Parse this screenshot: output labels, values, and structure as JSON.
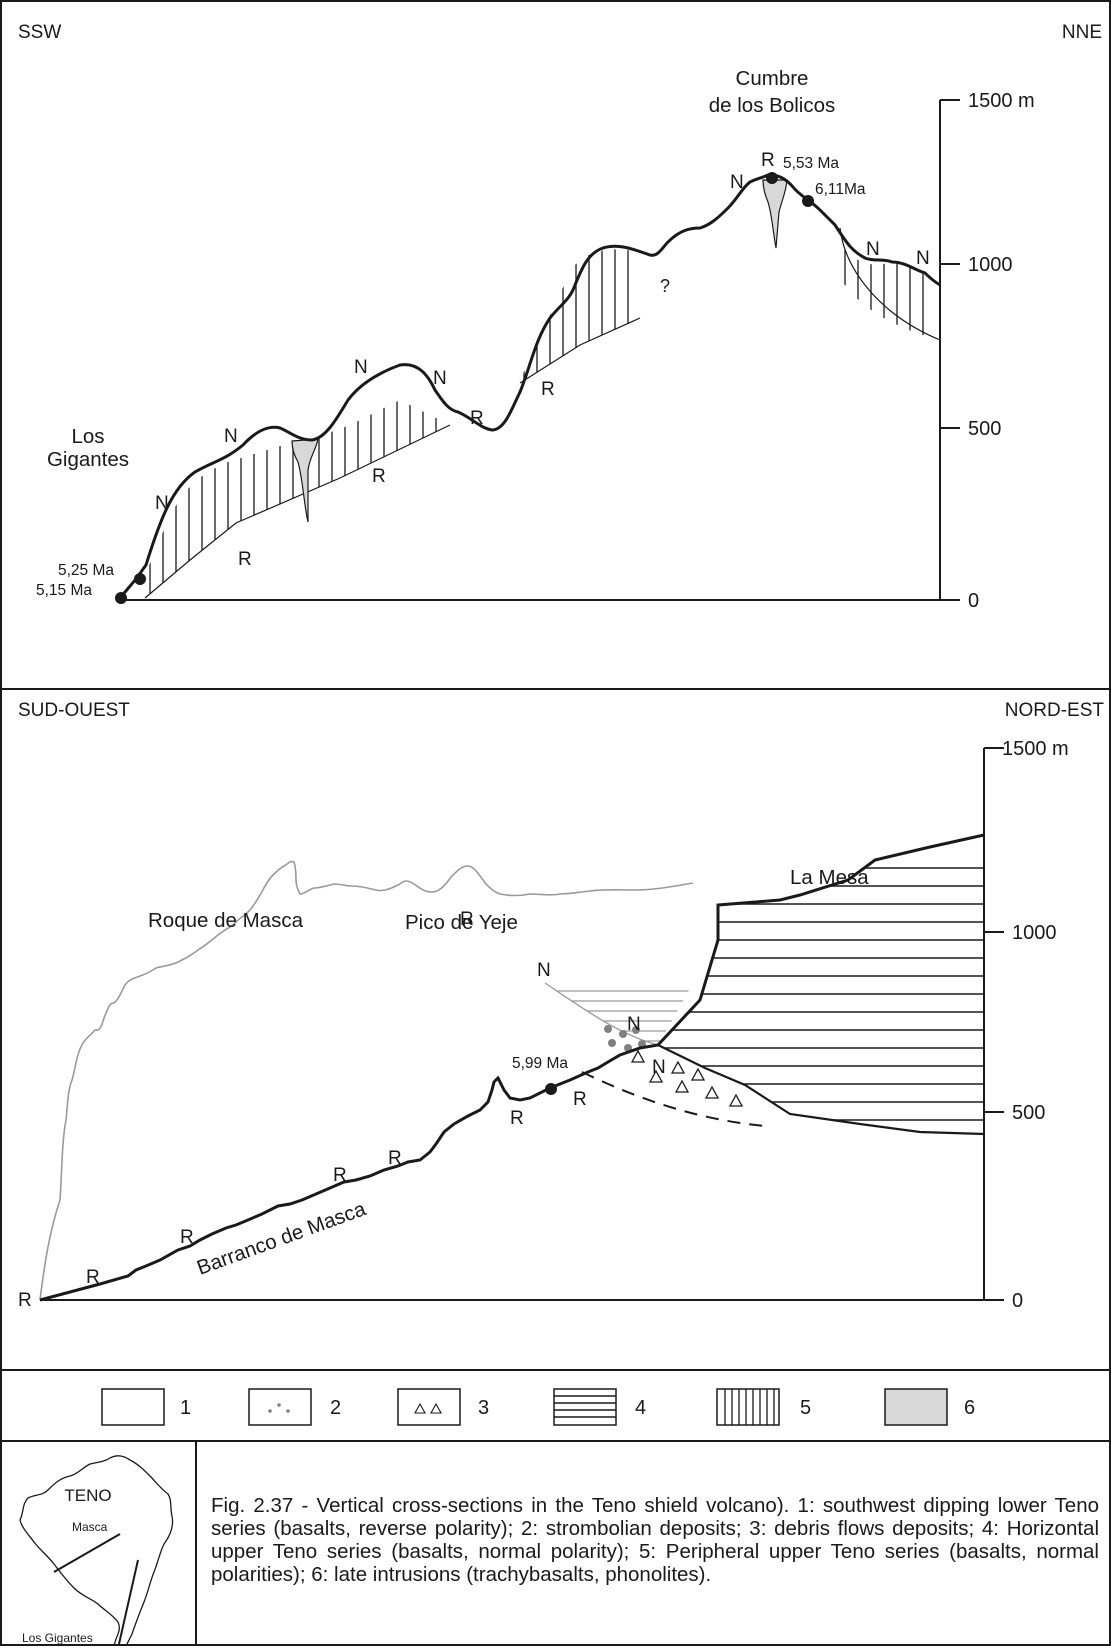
{
  "section_top": {
    "dir_left": "SSW",
    "dir_right": "NNE",
    "scale_labels": [
      "1500 m",
      "1000",
      "500",
      "0"
    ],
    "place_los_gigantes": [
      "Los",
      "Gigantes"
    ],
    "place_cumbre": [
      "Cumbre",
      "de los Bolicos"
    ],
    "date_525": "5,25 Ma",
    "date_515": "5,15 Ma",
    "date_553": "5,53 Ma",
    "date_611": "6,11Ma",
    "polarity_n": "N",
    "polarity_r": "R",
    "question_mark": "?"
  },
  "section_bottom": {
    "dir_left": "SUD-OUEST",
    "dir_right": "NORD-EST",
    "scale_labels": [
      "1500 m",
      "1000",
      "500",
      "0"
    ],
    "place_roque": "Roque de Masca",
    "place_pico": "Pico de Yeje",
    "place_mesa": "La Mesa",
    "place_barranco": "Barranco de Masca",
    "date_599": "5,99 Ma",
    "polarity_n": "N",
    "polarity_r": "R"
  },
  "legend": {
    "items": [
      {
        "number": "1",
        "pattern": "blank"
      },
      {
        "number": "2",
        "pattern": "dots"
      },
      {
        "number": "3",
        "pattern": "triangles"
      },
      {
        "number": "4",
        "pattern": "horizontal-lines"
      },
      {
        "number": "5",
        "pattern": "vertical-lines"
      },
      {
        "number": "6",
        "pattern": "grey-fill"
      }
    ]
  },
  "inset_map": {
    "title": "TENO",
    "label_masca": "Masca",
    "label_gigantes": "Los Gigantes"
  },
  "caption": "Fig. 2.37 - Vertical cross-sections in the Teno shield volcano). 1: southwest dipping lower Teno series (basalts, reverse polarity); 2: strombolian deposits; 3: debris flows deposits; 4: Horizontal upper Teno series (basalts, normal polarity); 5: Peripheral upper Teno series (basalts, normal polarities); 6: late intrusions (trachybasalts, phonolites).",
  "colors": {
    "line": "#1a1a1a",
    "grey_line": "#9a9a9a",
    "intrusion": "#d8d8d8",
    "dots": "#808080"
  }
}
